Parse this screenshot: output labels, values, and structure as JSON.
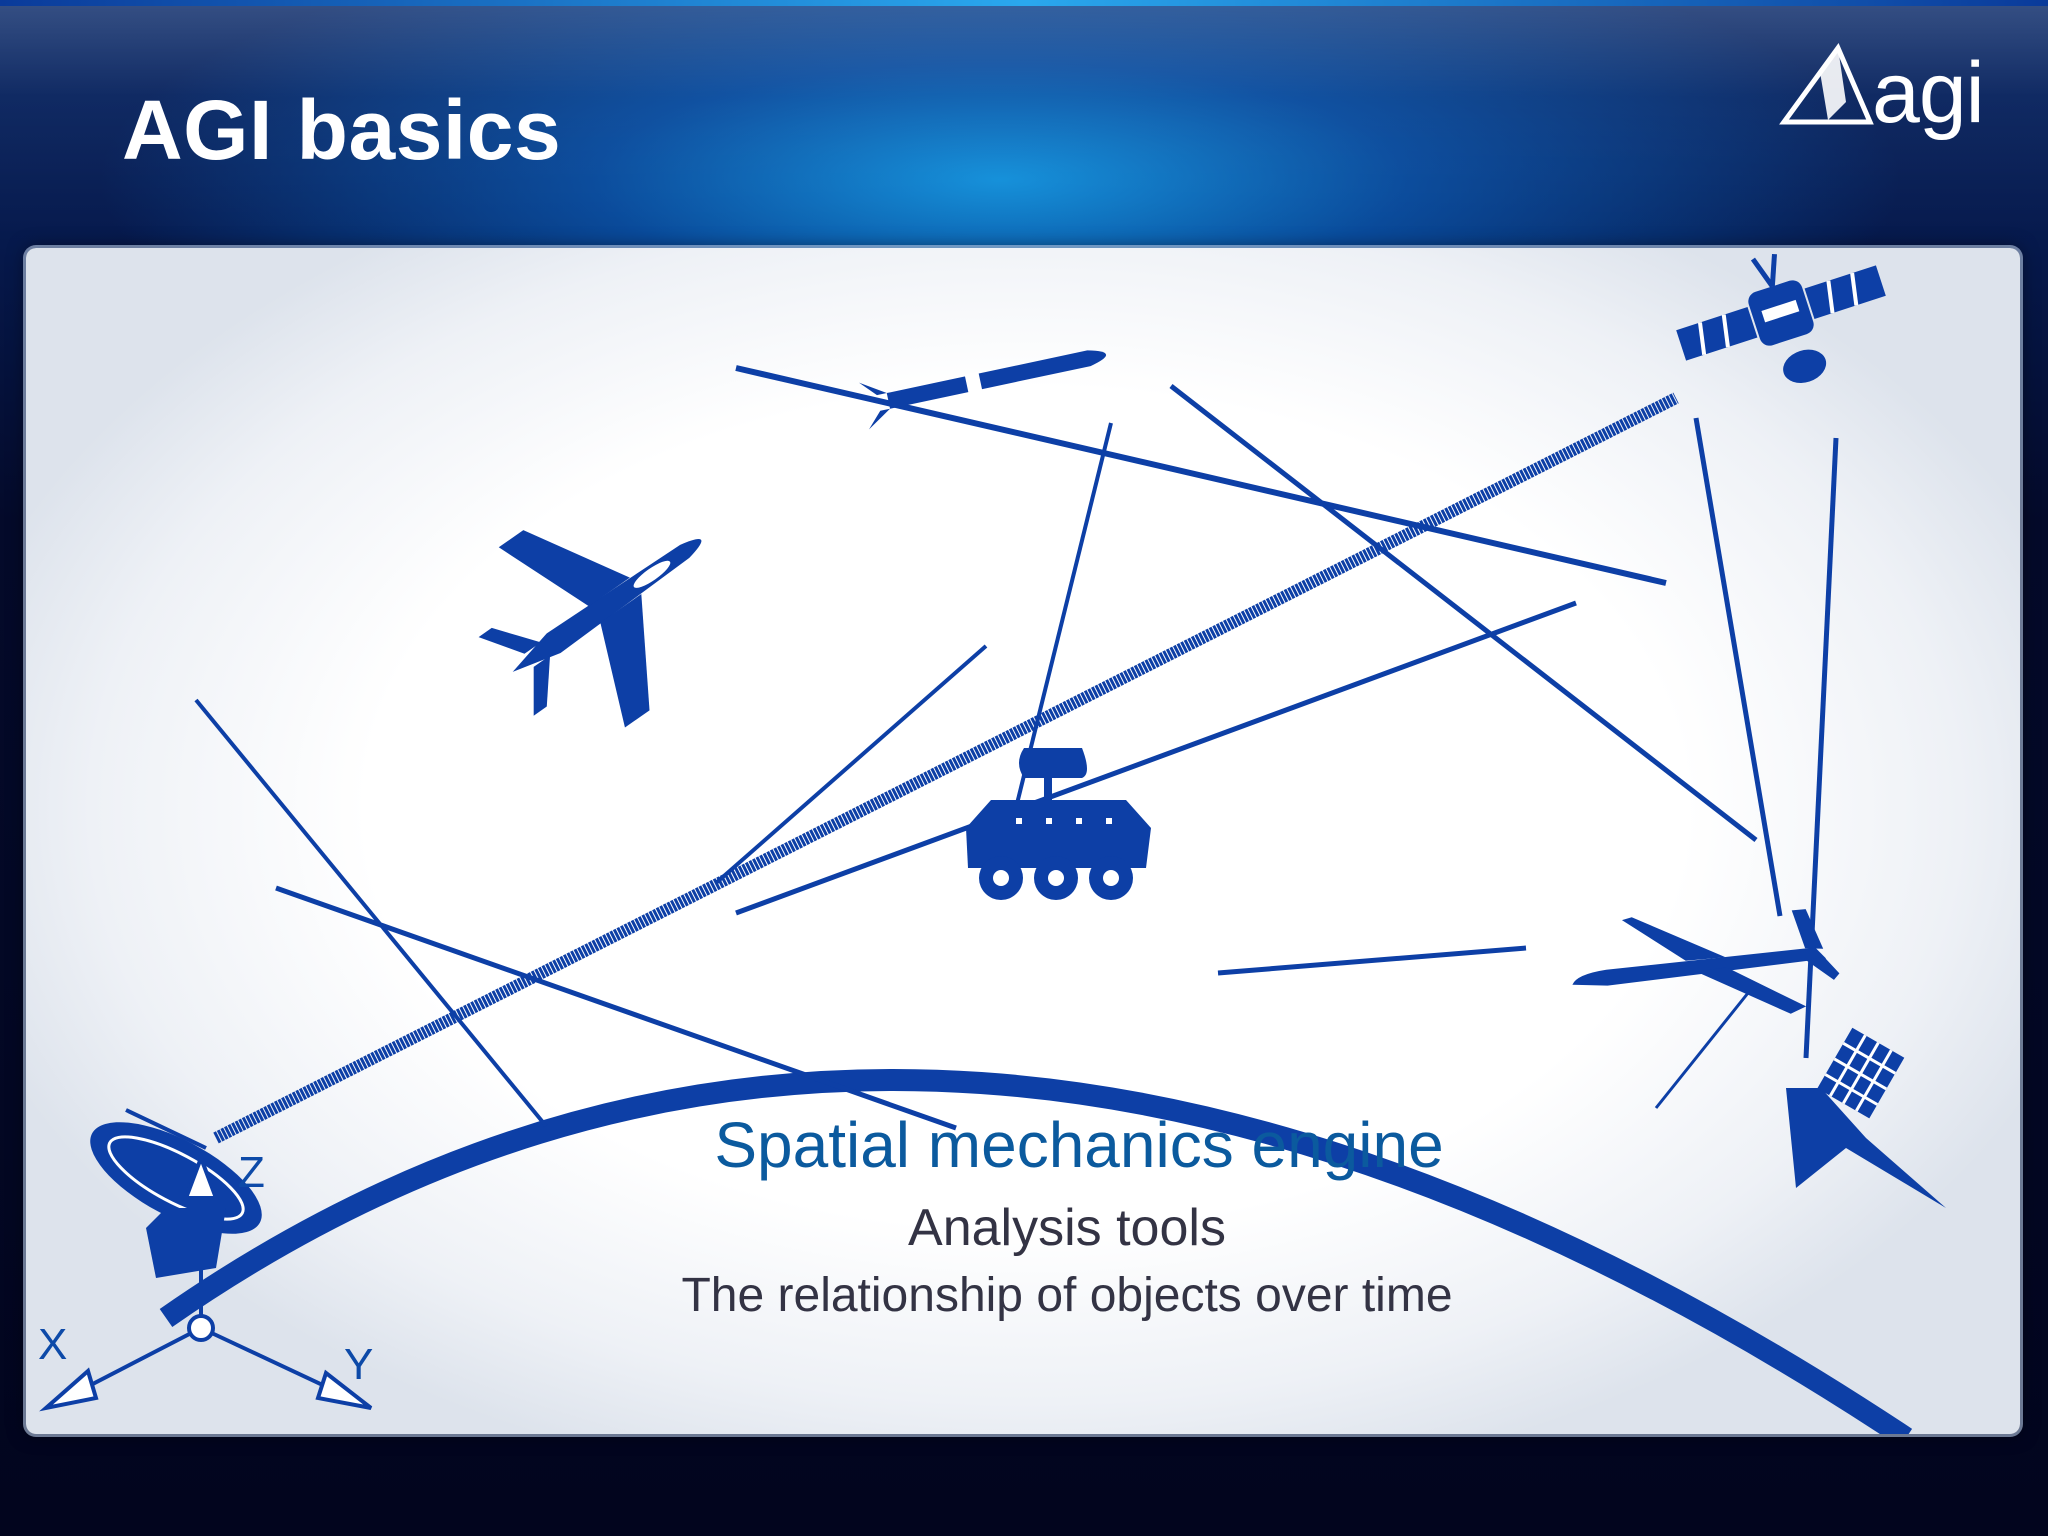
{
  "slide": {
    "title": "AGI basics",
    "logo_text": "agi",
    "colors": {
      "accent": "#0d3fa6",
      "title": "#ffffff",
      "caption_main": "#0b5a9e",
      "caption_sub": "#333344"
    }
  },
  "diagram": {
    "heading": "Spatial mechanics engine",
    "subheading": "Analysis tools",
    "description": "The relationship of objects over time",
    "axes": {
      "z": "Z",
      "x": "X",
      "y": "Y"
    },
    "icons": [
      "missile-icon",
      "satellite-icon",
      "fighter-jet-icon",
      "armored-vehicle-icon",
      "drone-icon",
      "ship-radar-icon",
      "ground-antenna-icon"
    ]
  }
}
